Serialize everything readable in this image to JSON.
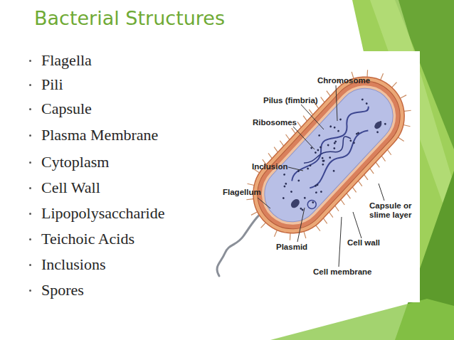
{
  "diagram": {
    "title": "Bacterial Structures",
    "labels": [
      "Flagella",
      "Pili",
      "Capsule",
      "Plasma Membrane",
      "Cytoplasm",
      "Cell Wall",
      "Lipopolysaccharide",
      "Teichoic Acids",
      "Inclusions",
      "Spores",
      "Chromosome",
      "Pilus (fimbria)",
      "Ribosomes",
      "Inclusion",
      "Flagellum",
      "Capsule or slime layer",
      "Plasmid",
      "Cell wall",
      "Cell membrane"
    ]
  }
}
